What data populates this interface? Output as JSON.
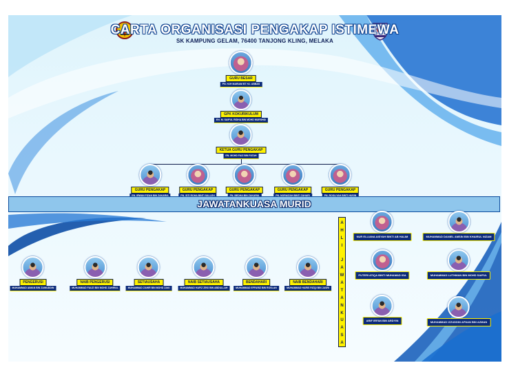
{
  "header": {
    "title": "CARTA ORGANISASI PENGAKAP ISTIMEWA",
    "subtitle": "SK KAMPUNG GELAM, 76400 TANJONG KLING, MELAKA"
  },
  "colors": {
    "title_blue": "#0a3d8c",
    "label_yellow": "#fff200",
    "label_navy": "#0b2a7a",
    "band_blue": "#8fc6ec",
    "wave_blue": "#1565c0"
  },
  "logos": {
    "left": "scout-emblem-icon",
    "right": "school-crest-icon"
  },
  "hierarchy": {
    "guru_besar": {
      "role": "GURU BESAR",
      "name": "PN. HJH MARIAM BT HJ. ABBAS"
    },
    "gpk": {
      "role": "GPK KOKURIKULUM",
      "name": "EN. M. SAIFUL RIDHA BIN MOHD MURSHID"
    },
    "ketua": {
      "role": "KETUA GURU PENGAKAP",
      "name": "EN. MOHD FAIZ BIN FATAH"
    },
    "guru_pengakap": [
      {
        "role": "GURU PENGAKAP",
        "name": "EN. IRWAN FIZAN BIN ZAKARIA"
      },
      {
        "role": "GURU PENGAKAP",
        "name": "PN. SITI ROHA BINTI SALLEH"
      },
      {
        "role": "GURU PENGAKAP",
        "name": "PN. BEDHA BIN ZAKARIA"
      },
      {
        "role": "GURU PENGAKAP",
        "name": "PN. NORAIZAH BINTI ZAHARI"
      },
      {
        "role": "GURU PENGAKAP",
        "name": "PN. ROSLIYAH BINTI HUSIN"
      }
    ]
  },
  "committee": {
    "band_title": "JAWATANKUASA MURID",
    "officers": [
      {
        "role": "PENGERUSI",
        "name": "MUHAMMAD AIMAN BIN ZAINUDDIN"
      },
      {
        "role": "NAIB PENGERUSI",
        "name": "MUHAMMAD FAUZI BIN MOHD ZAHIRUL"
      },
      {
        "role": "SETIAUSAHA",
        "name": "MUHAMMAD ZAHIR BIN MOHD ZAKI"
      },
      {
        "role": "NAIB SETIAUSAHA",
        "name": "MUHAMMAD HAFIZ ZEKI BIN ABDULLAH"
      },
      {
        "role": "BENDAHARI",
        "name": "MUHAMMAD EFFARIZ BIN ROSLAN"
      },
      {
        "role": "NAIB BENDAHARI",
        "name": "MUHAMMAD HARIS RIZQI BIN JASRI"
      }
    ],
    "ahli_label": "AHLI JAWATANKUASA",
    "ahli_left": [
      "NUR ELLIANA AISYAH BINTI AB HALIM",
      "PUTERI ATIQA BINTI MUHAMAD ISA",
      "ARIF IRFAN BIN ARDYIN"
    ],
    "ahli_right": [
      "MUHAMMAD DANIEL AMSIN BIN KHAIRUL NIZAM",
      "MUHAMMAD LUTHMAN BIN MOHD SAIFUL",
      "MUHAMMAD IZZUDDIN AFNAN BIN AZMAN"
    ]
  }
}
